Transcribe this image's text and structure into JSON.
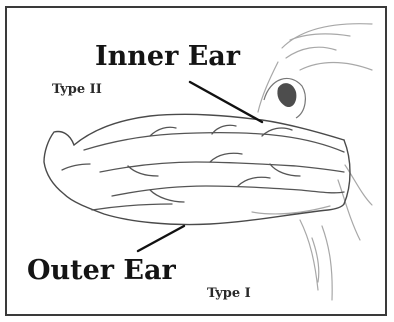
{
  "labels": {
    "inner_ear": "Inner Ear",
    "outer_ear": "Outer Ear",
    "type_ii": "Type II",
    "type_i": "Type I"
  },
  "colors": {
    "line": "#3a3a3a",
    "vein": "#4a4a4a",
    "sketch": "#9a9a9a",
    "frame": "#3a3a3a"
  }
}
